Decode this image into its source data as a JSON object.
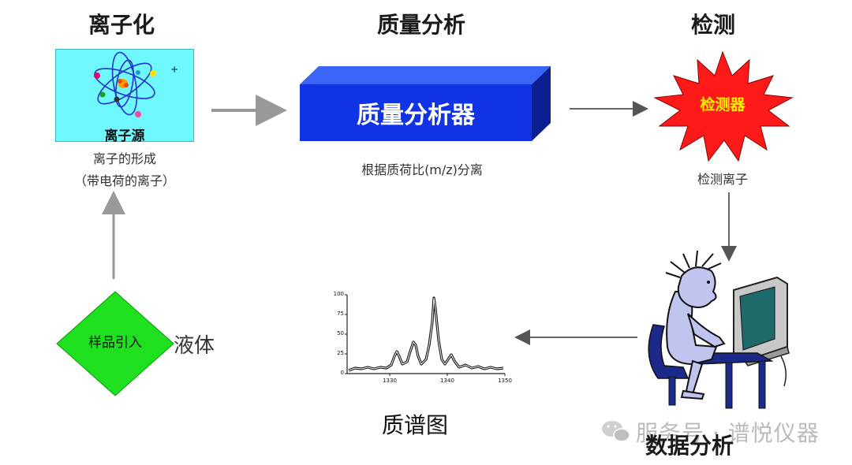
{
  "titles": {
    "ionization": "离子化",
    "mass_analysis": "质量分析",
    "detection": "检测",
    "data_analysis": "数据分析",
    "spectrum": "质谱图"
  },
  "ion_source": {
    "label": "离子源",
    "desc_line1": "离子的形成",
    "desc_line2": "（带电荷的离子）"
  },
  "analyzer": {
    "label": "质量分析器",
    "desc": "根据质荷比(m/z)分离"
  },
  "detector": {
    "label": "检测器",
    "desc": "检测离子"
  },
  "sample": {
    "label": "样品引入",
    "state": "液体"
  },
  "spectrum_chart": {
    "y_ticks": [
      "100",
      "75",
      "50",
      "25",
      "0"
    ],
    "x_ticks": [
      "1330",
      "1340",
      "1350"
    ]
  },
  "watermark": "服务号 · 谱悦仪器",
  "colors": {
    "ion_box": "#6ff8ff",
    "analyzer": "#1133e6",
    "detector_burst": "#ff1a1a",
    "detector_text": "#ffee00",
    "sample_diamond": "#1fe01f"
  }
}
